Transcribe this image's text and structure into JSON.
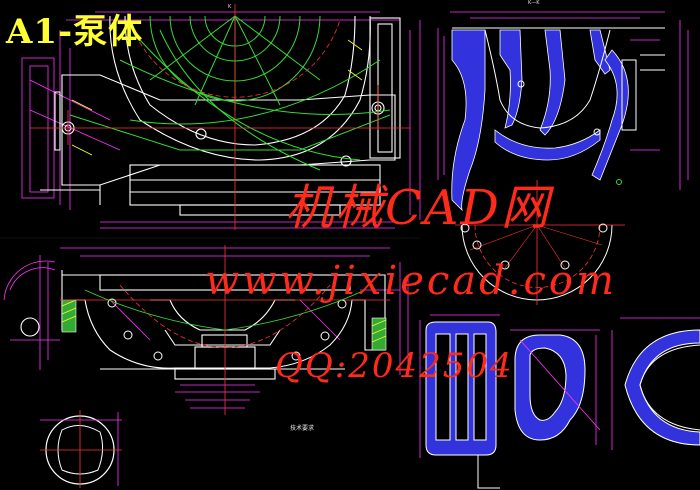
{
  "title": "A1-泵体",
  "watermark": {
    "line1": "机械CAD网",
    "line2": "www.jixiecad.com",
    "line3": "QQ:2042504"
  },
  "section_label_top": "K",
  "section_label_right": "K—K",
  "notes": {
    "title": "技术要求",
    "lines": [
      "",
      "",
      "",
      ""
    ]
  },
  "colors": {
    "background": "#000000",
    "outline": "#ffffff",
    "dimension": "#ff33ff",
    "construction": "#33dd33",
    "centerline": "#ff3333",
    "section_fill": "#3333dd",
    "title": "#ffff33",
    "watermark": "#ff2a1a"
  }
}
